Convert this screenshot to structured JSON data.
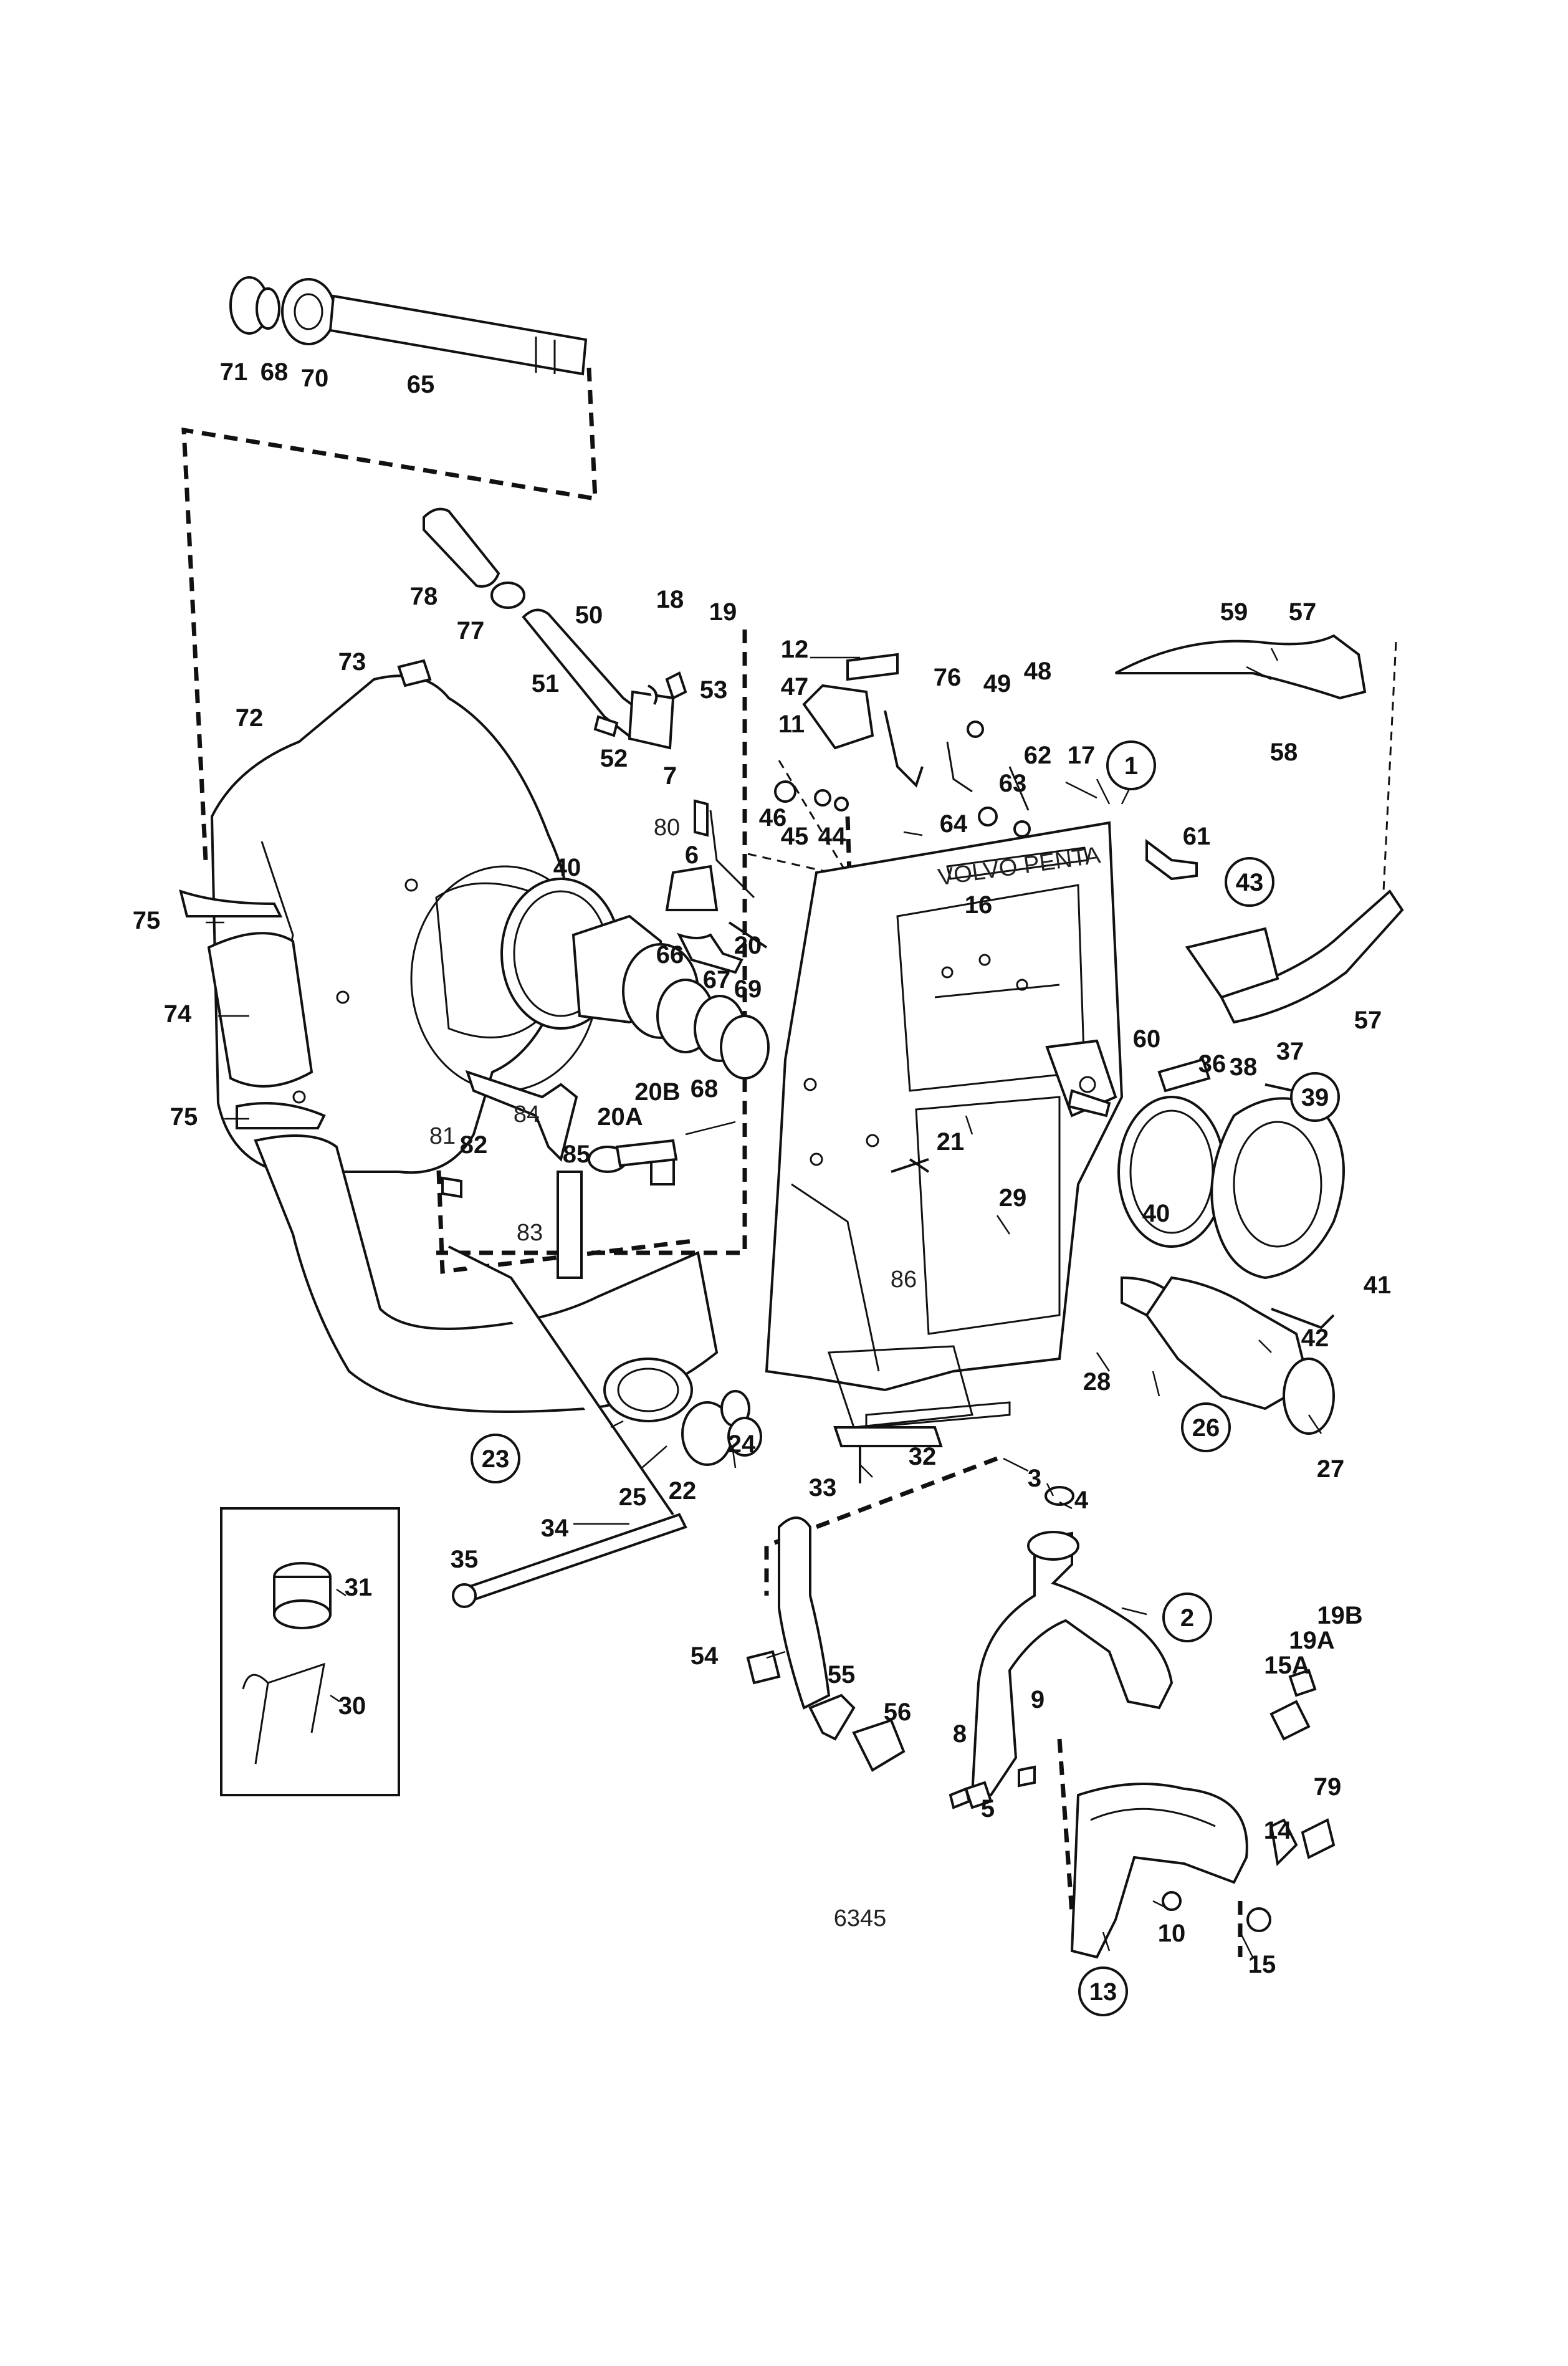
{
  "drawing_number": "6345",
  "nameplate_text": "VOLVO PENTA",
  "labels": [
    "1",
    "2",
    "3",
    "4",
    "5",
    "6",
    "7",
    "8",
    "9",
    "10",
    "11",
    "12",
    "13",
    "14",
    "15",
    "15A",
    "16",
    "17",
    "18",
    "19",
    "19A",
    "19B",
    "20",
    "20A",
    "20B",
    "21",
    "22",
    "23",
    "24",
    "25",
    "26",
    "27",
    "28",
    "29",
    "30",
    "31",
    "32",
    "33",
    "34",
    "35",
    "36",
    "37",
    "38",
    "39",
    "40",
    "41",
    "42",
    "43",
    "44",
    "45",
    "46",
    "47",
    "48",
    "49",
    "50",
    "51",
    "52",
    "53",
    "54",
    "55",
    "56",
    "57",
    "58",
    "59",
    "60",
    "61",
    "62",
    "63",
    "64",
    "65",
    "66",
    "67",
    "68",
    "69",
    "70",
    "71",
    "72",
    "73",
    "74",
    "75",
    "76",
    "77",
    "78",
    "79",
    "80",
    "81",
    "82",
    "83",
    "84",
    "85",
    "86"
  ],
  "circled_labels": [
    "1",
    "2",
    "13",
    "23",
    "26",
    "39",
    "43"
  ]
}
